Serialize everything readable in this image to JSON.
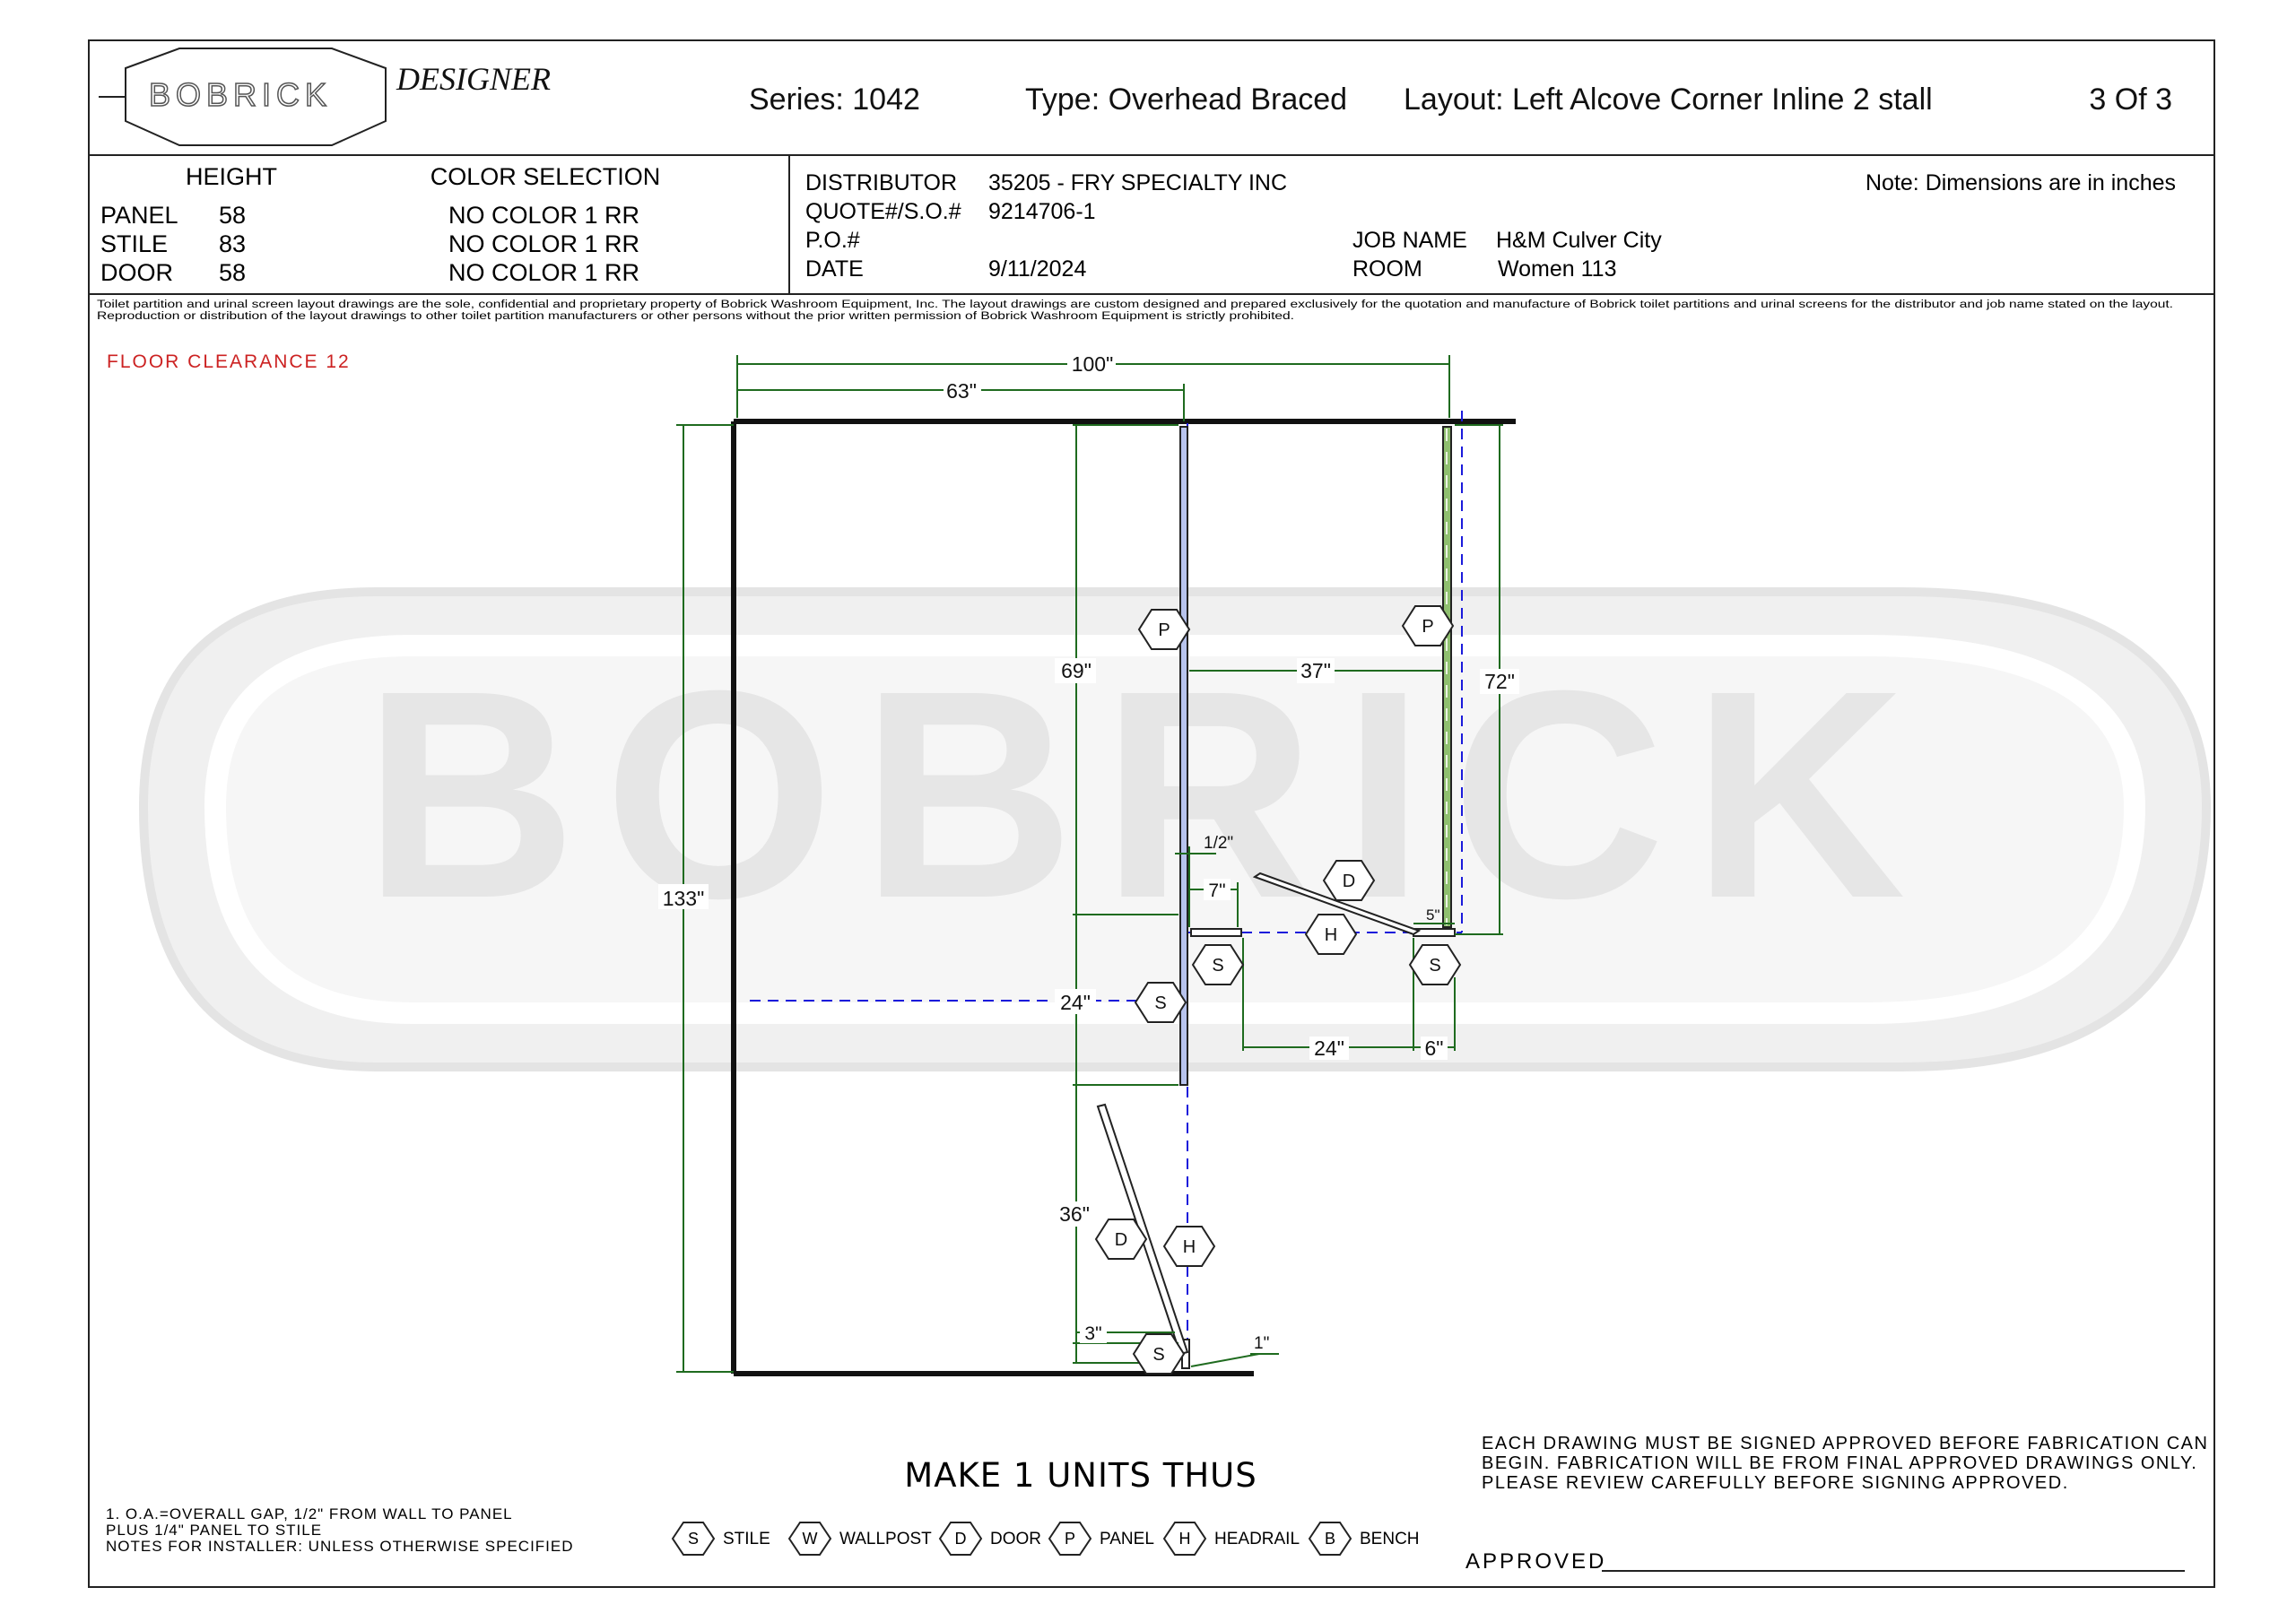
{
  "header": {
    "logo_text": "BOBRICK",
    "designer_label": "DESIGNER",
    "series": "Series: 1042",
    "type": "Type: Overhead Braced",
    "layout": "Layout: Left Alcove Corner Inline 2 stall",
    "page": "3 Of 3"
  },
  "specs": {
    "height_header": "HEIGHT",
    "color_header": "COLOR SELECTION",
    "rows": [
      {
        "label": "PANEL",
        "height": "58",
        "color": "NO COLOR 1 RR"
      },
      {
        "label": "STILE",
        "height": "83",
        "color": "NO COLOR 1 RR"
      },
      {
        "label": "DOOR",
        "height": "58",
        "color": "NO COLOR 1 RR"
      }
    ]
  },
  "order": {
    "distributor_label": "DISTRIBUTOR",
    "distributor_value": "35205 - FRY SPECIALTY INC",
    "quote_label": "QUOTE#/S.O.#",
    "quote_value": "9214706-1",
    "po_label": "P.O.#",
    "date_label": "DATE",
    "date_value": "9/11/2024",
    "job_label": "JOB NAME",
    "job_value": "H&M Culver City",
    "room_label": "ROOM",
    "room_value": "Women 113",
    "note": "Note: Dimensions are in inches"
  },
  "disclaimer": {
    "line1": "Toilet partition and urinal screen layout drawings are the sole, confidential and proprietary property of Bobrick Washroom Equipment, Inc. The layout drawings are custom designed and prepared exclusively for the quotation and manufacture of Bobrick toilet partitions and urinal screens for the distributor and job name stated on the layout.",
    "line2": "Reproduction or distribution of the layout drawings to other toilet partition manufacturers or other persons without the prior written permission of Bobrick Washroom Equipment is strictly prohibited."
  },
  "floor_clearance": "FLOOR CLEARANCE 12",
  "watermark_text": "BOBRICK",
  "dimensions": {
    "d100": "100\"",
    "d63": "63\"",
    "d133": "133\"",
    "d69": "69\"",
    "d37": "37\"",
    "d72": "72\"",
    "d_half": "1/2\"",
    "d7": "7\"",
    "d5": "5\"",
    "d24a": "24\"",
    "d24b": "24\"",
    "d6": "6\"",
    "d36": "36\"",
    "d3": "3\"",
    "d1": "1\""
  },
  "tags": {
    "p1": "P",
    "p2": "P",
    "d1": "D",
    "d2": "D",
    "h1": "H",
    "h2": "H",
    "s1": "S",
    "s2": "S",
    "s3": "S",
    "s4": "S"
  },
  "make_units": "MAKE 1 UNITS THUS",
  "notes": {
    "line1": "1. O.A.=OVERALL GAP, 1/2\" FROM WALL TO PANEL",
    "line2": "PLUS 1/4\" PANEL TO STILE",
    "line3": "NOTES FOR INSTALLER: UNLESS OTHERWISE SPECIFIED"
  },
  "legend": [
    {
      "code": "S",
      "label": "STILE"
    },
    {
      "code": "W",
      "label": "WALLPOST"
    },
    {
      "code": "D",
      "label": "DOOR"
    },
    {
      "code": "P",
      "label": "PANEL"
    },
    {
      "code": "H",
      "label": "HEADRAIL"
    },
    {
      "code": "B",
      "label": "BENCH"
    }
  ],
  "approval": {
    "line1": "EACH DRAWING MUST BE SIGNED APPROVED BEFORE FABRICATION CAN",
    "line2": "BEGIN. FABRICATION WILL BE FROM FINAL APPROVED DRAWINGS ONLY.",
    "line3": "PLEASE REVIEW CAREFULLY BEFORE SIGNING APPROVED.",
    "approved_label": "APPROVED"
  },
  "colors": {
    "dimension": "#1f6b1f",
    "centerline": "#1a1adb",
    "clearance": "#cc2222",
    "watermark": "#ededed",
    "panel_fill": "#8fbf6f"
  }
}
